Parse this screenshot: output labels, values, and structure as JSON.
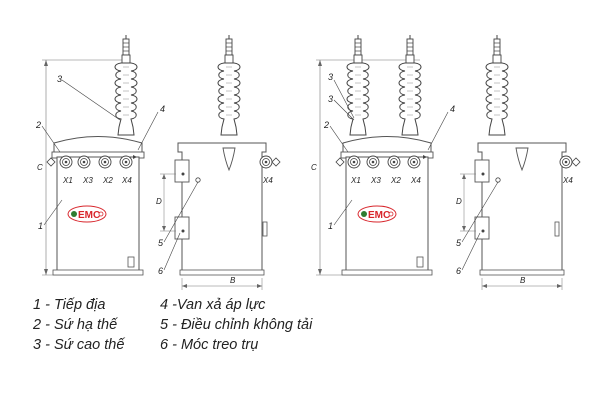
{
  "labels": {
    "n1": "1",
    "n2": "2",
    "n3": "3",
    "n4": "4",
    "n5": "5",
    "n6": "6",
    "C": "C",
    "D": "D",
    "B": "B"
  },
  "terminals": {
    "x1": "X1",
    "x3": "X3",
    "x2": "X2",
    "x4": "X4"
  },
  "logo": {
    "text": "EMC",
    "brand_color": "#d8262c"
  },
  "legend": {
    "item1": "1 - Tiếp địa",
    "item2": "2 - Sứ hạ thế",
    "item3": "3 - Sứ cao thế",
    "item4": "4 -Van xả áp lực",
    "item5": "5 - Điều chỉnh không tải",
    "item6": "6 - Móc treo trụ"
  },
  "colors": {
    "line": "#555555",
    "bushing": "#444444"
  }
}
